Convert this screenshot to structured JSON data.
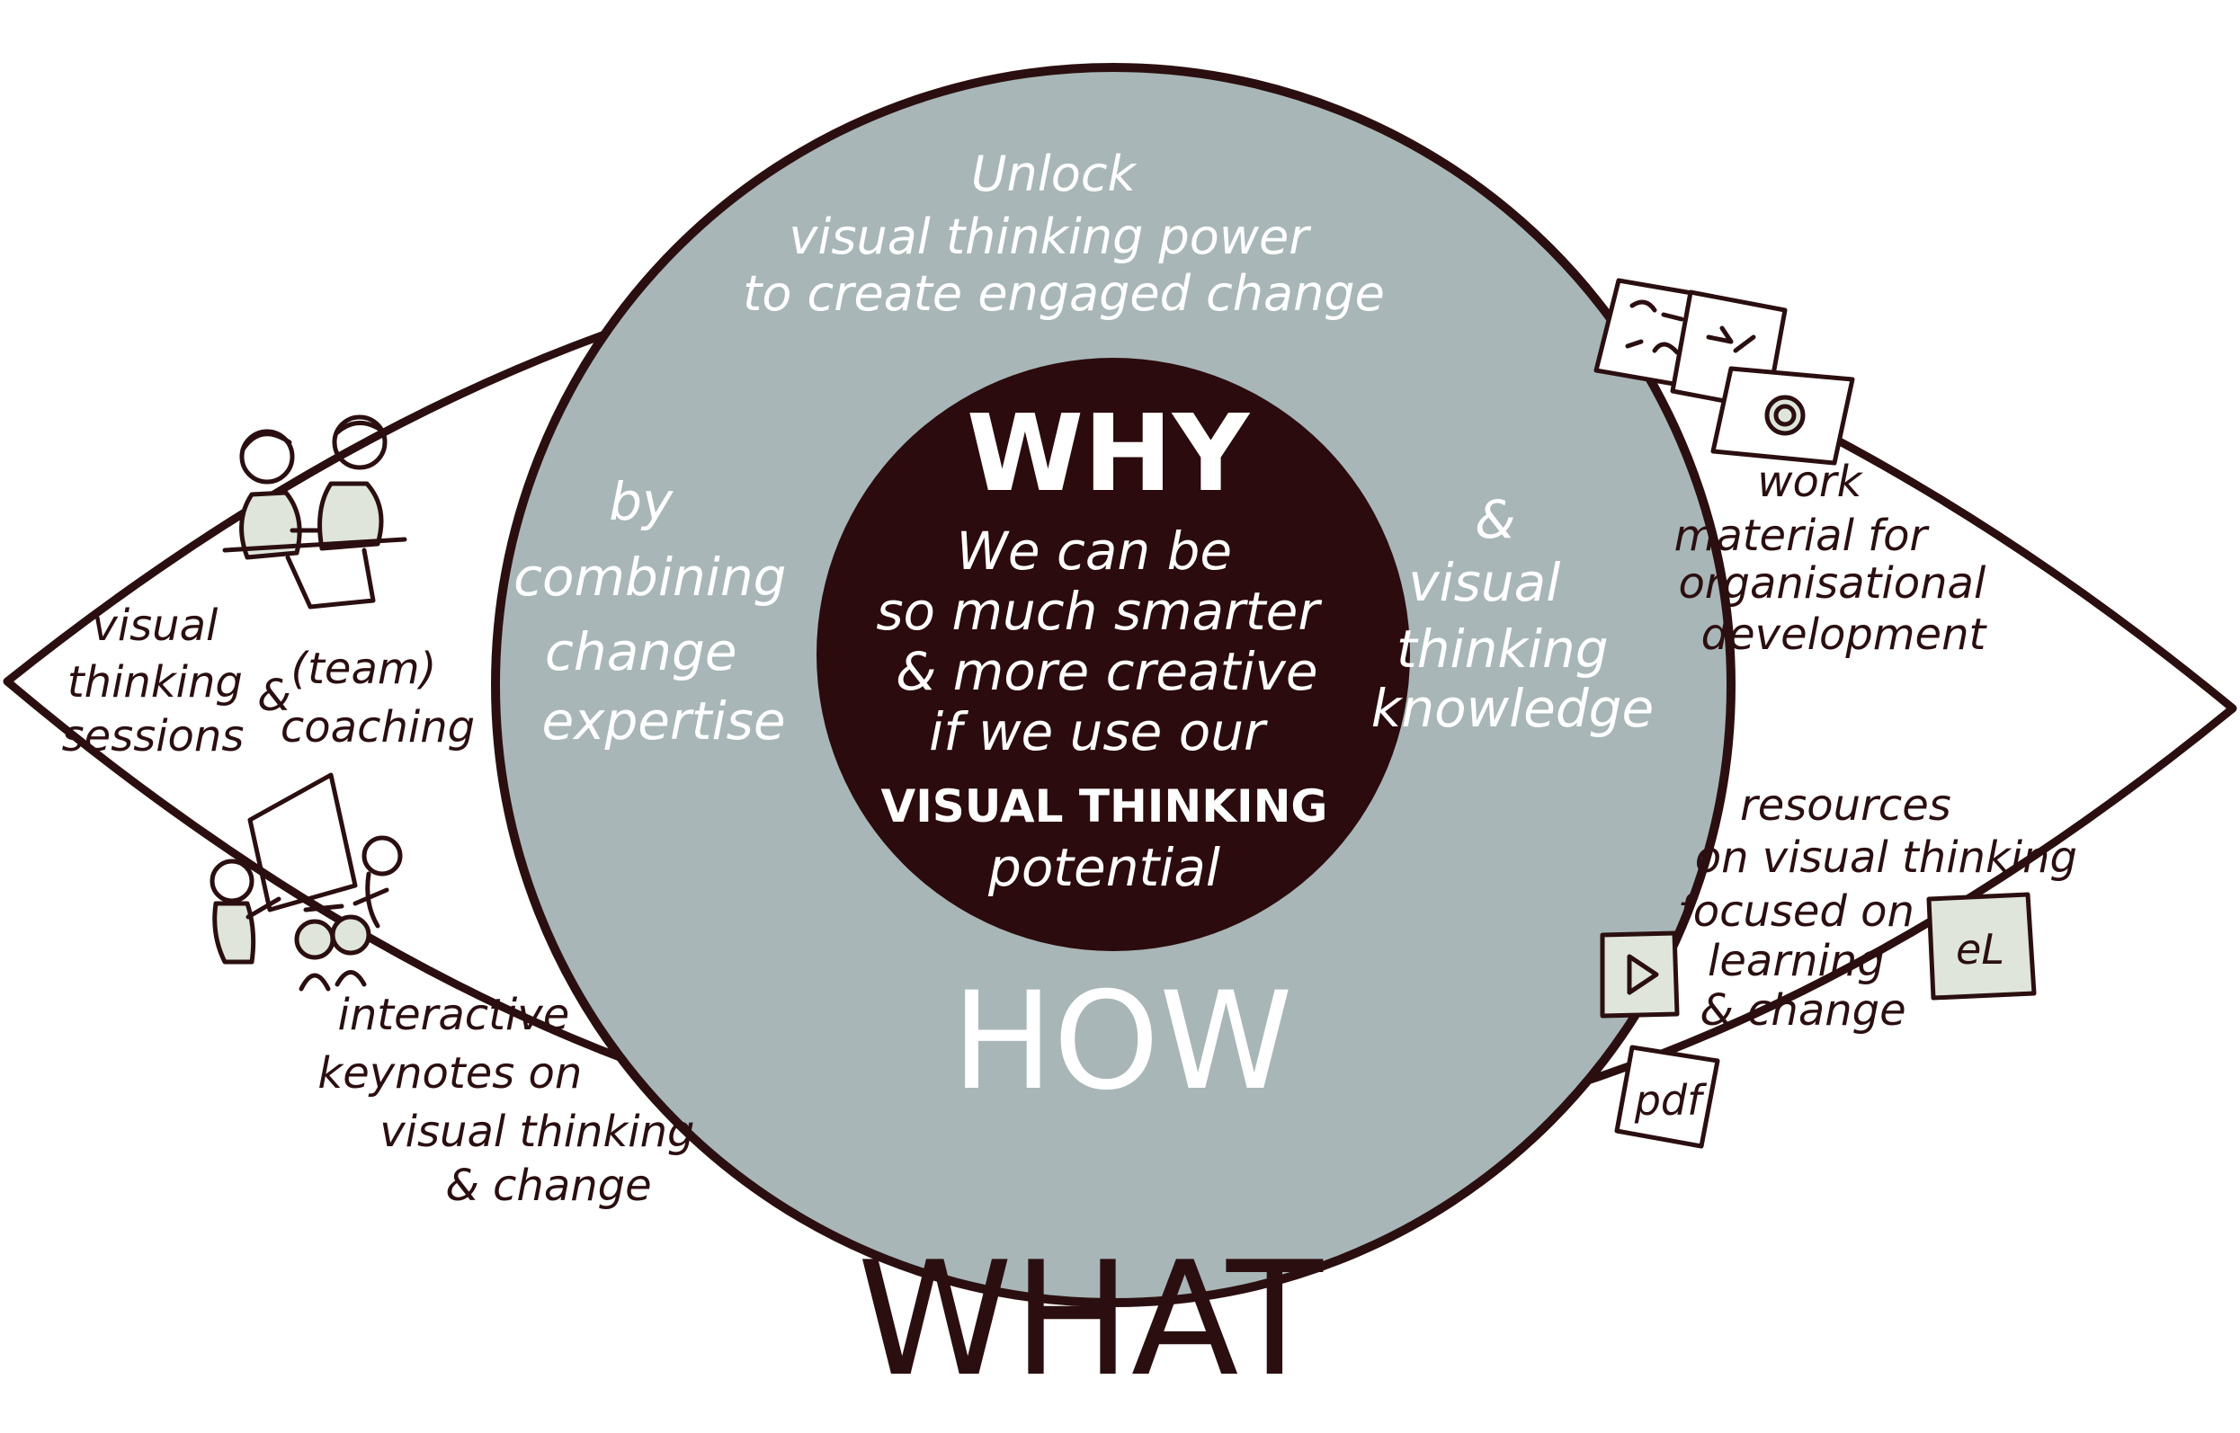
{
  "colors": {
    "ink": "#2b0f10",
    "outer_ring": "#a8b6b7",
    "core": "#2b0b0d",
    "paper": "#ffffff",
    "sketch_fill": "#dfe5da"
  },
  "why": {
    "title": "WHY",
    "lines": [
      "We can be",
      "so much smarter",
      "& more creative",
      "if we use our",
      "VISUAL THINKING",
      "potential"
    ]
  },
  "how": {
    "title": "HOW",
    "top_lines": [
      "Unlock",
      "visual thinking power",
      "to create engaged change"
    ],
    "left_lines": [
      "by",
      "combining",
      "change",
      "expertise"
    ],
    "right_lines": [
      "&",
      "visual",
      "thinking",
      "knowledge"
    ]
  },
  "what": {
    "title": "WHAT",
    "sessions_lines": [
      "visual",
      "thinking",
      "sessions"
    ],
    "amp": "&",
    "coaching_lines": [
      "(team)",
      "coaching"
    ],
    "keynotes_lines": [
      "interactive",
      "keynotes on",
      "visual thinking",
      "& change"
    ],
    "work_material_lines": [
      "work",
      "material for",
      "organisational",
      "development"
    ],
    "resources_lines": [
      "resources",
      "on visual thinking",
      "focused on",
      "learning",
      "& change"
    ],
    "pdf_label": "pdf",
    "elearning_label": "eL"
  },
  "icons": {
    "coaching": "two-people-coaching-icon",
    "keynote": "presenter-audience-icon",
    "cards": "method-cards-icon",
    "video": "video-play-icon",
    "pdf": "pdf-document-icon",
    "elearning": "elearning-icon"
  }
}
